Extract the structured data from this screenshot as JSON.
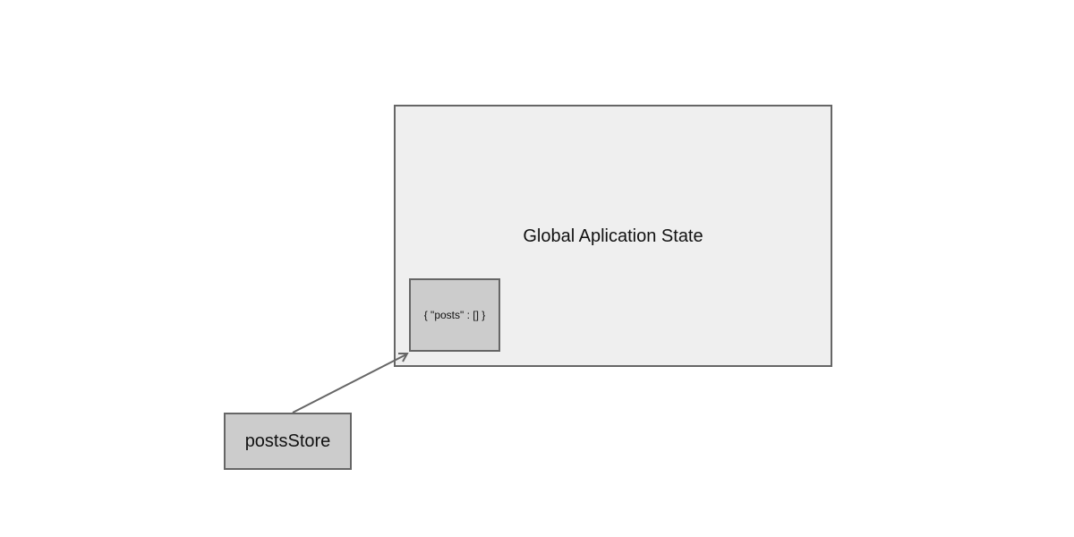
{
  "diagram": {
    "global_state": {
      "label": "Global Aplication State"
    },
    "posts_object": {
      "label": "{ \"posts\" : [] }"
    },
    "posts_store": {
      "label": "postsStore"
    },
    "colors": {
      "border": "#666666",
      "container_fill": "#efefef",
      "node_fill": "#cccccc",
      "arrow": "#666666",
      "text": "#111111"
    }
  }
}
